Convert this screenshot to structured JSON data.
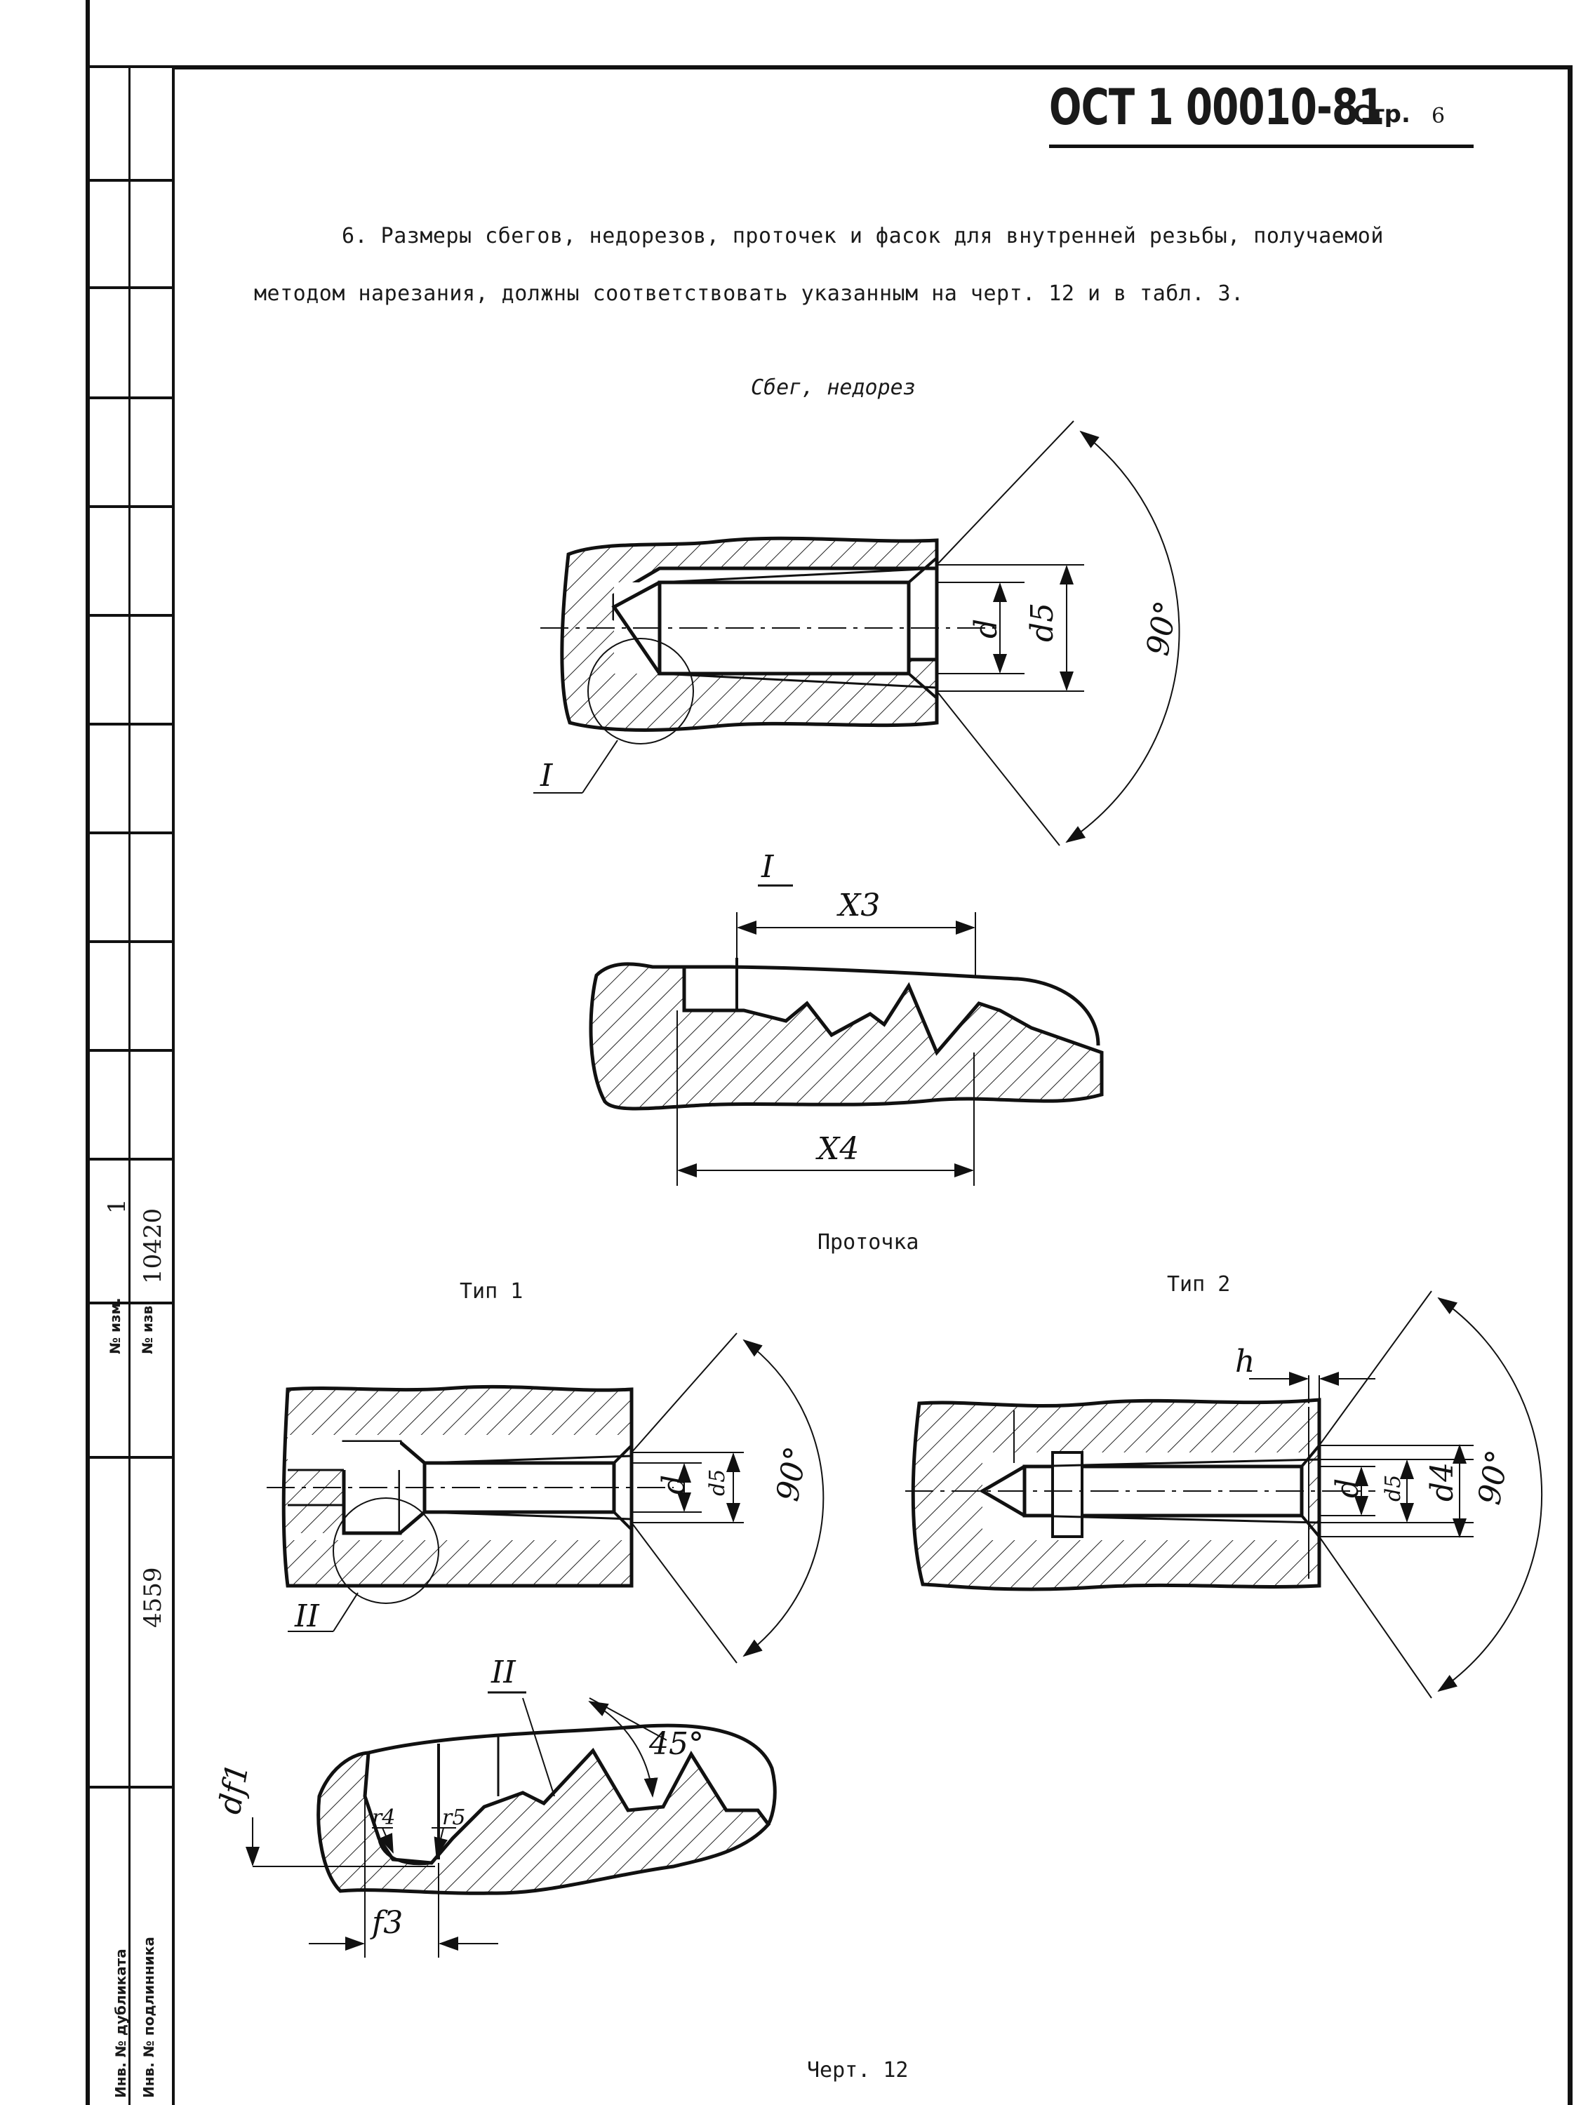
{
  "header": {
    "standard_code": "ОСТ 1 00010-81",
    "page_label": "Стр.",
    "page_number": "6"
  },
  "paragraph": {
    "text": "6. Размеры сбегов, недорезов, проточек и фасок для внутренней резьбы, получаемой методом нарезания, должны соответствовать указанным на черт. 12 и в табл. 3."
  },
  "figures": {
    "runout_title": "Сбег, недорез",
    "groove_title": "Проточка",
    "type1": "Тип 1",
    "type2": "Тип 2",
    "drawing_caption": "Черт. 12",
    "detail_1": "I",
    "detail_2": "II",
    "dims": {
      "d": "d",
      "d5": "d5",
      "d4": "d4",
      "angle90": "90°",
      "angle45": "45°",
      "x3": "X3",
      "x4": "X4",
      "h": "h",
      "df1": "df1",
      "r4": "r4",
      "r5": "r5",
      "f3": "f3"
    }
  },
  "side_stamp": {
    "izm_label": "№ изм.",
    "izm_value": "1",
    "izv_label": "№ изв.",
    "izv_value": "10420",
    "inv_value": "4559",
    "dup_label": "Инв. № дубликата",
    "orig_label": "Инв. № подлинника"
  }
}
